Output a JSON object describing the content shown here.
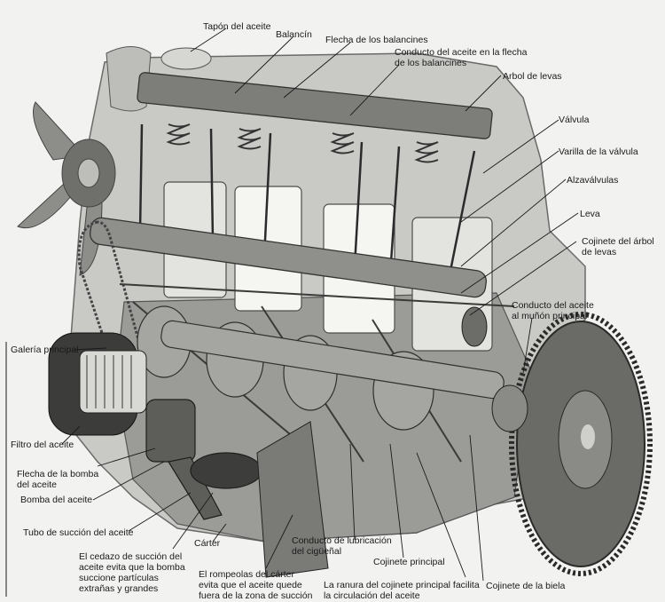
{
  "diagram": {
    "labels": {
      "oil_cap": "Tapón del aceite",
      "rocker_arm": "Balancín",
      "rocker_shaft": "Flecha de los balancines",
      "rocker_shaft_oil_duct": "Conducto del aceite en la flecha\nde los balancines",
      "camshaft": "Arbol de levas",
      "valve": "Válvula",
      "pushrod": "Varilla de la válvula",
      "tappet": "Alzaválvulas",
      "cam": "Leva",
      "camshaft_bearing": "Cojinete del árbol\nde levas",
      "main_journal_oil_duct": "Conducto del aceite\nal muñón principal",
      "main_gallery": "Galería principal",
      "oil_filter": "Filtro del aceite",
      "oil_pump_shaft": "Flecha de la bomba\ndel aceite",
      "oil_pump": "Bomba del aceite",
      "oil_suction_tube": "Tubo de succión del aceite",
      "sump": "Cárter",
      "strainer": "El cedazo de succión del\naceite evita que la bomba\nsuccione partículas\nextrañas y grandes",
      "baffle": "El rompeolas del cárter\nevita que el aceite quede\nfuera de la zona de succión",
      "crank_oil_duct": "Conducto de lubricación\ndel cigüeñal",
      "main_bearing": "Cojinete principal",
      "main_bearing_groove": "La ranura del cojinete principal facilita\nla circulación del aceite",
      "rod_bearing": "Cojinete de la biela"
    }
  }
}
